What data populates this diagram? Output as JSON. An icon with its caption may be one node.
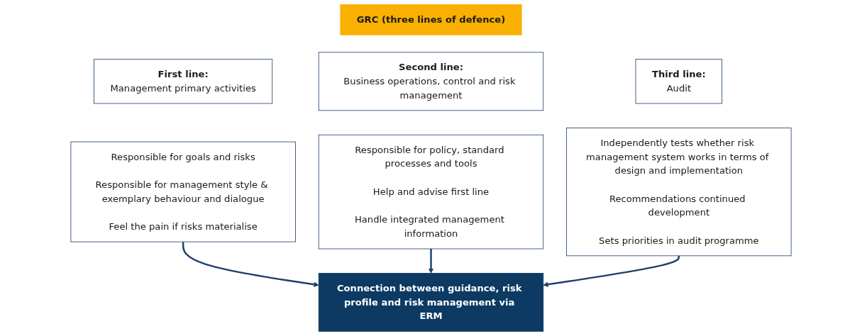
{
  "diagram": {
    "nodes": [
      {
        "text": [
          "GRC (three lines of defence)"
        ]
      },
      {
        "text": [
          "First line:",
          "Management primary activities"
        ]
      },
      {
        "text": [
          "Second line:",
          "Business operations, control and risk management"
        ]
      },
      {
        "text": [
          "Third line:",
          "Audit"
        ]
      },
      {
        "text": [
          "Responsible for goals and risks",
          "Responsible for management style & exemplary behaviour and dialogue",
          "Feel the pain if risks materialise"
        ]
      },
      {
        "text": [
          "Responsible for policy, standard processes and tools",
          "Help and advise first line",
          "Handle integrated management information"
        ]
      },
      {
        "text": [
          "Independently tests whether risk management system works in terms of design and implementation",
          "Recommendations continued development",
          "Sets priorities in audit programme"
        ]
      },
      {
        "text": [
          "Connection between guidance, risk profile and risk management via ERM"
        ]
      }
    ],
    "edges": [
      {
        "from": 4,
        "to": 7,
        "arrow": "to"
      },
      {
        "from": 5,
        "to": 7,
        "arrow": "to"
      },
      {
        "from": 6,
        "to": 7,
        "arrow": "to"
      }
    ]
  }
}
